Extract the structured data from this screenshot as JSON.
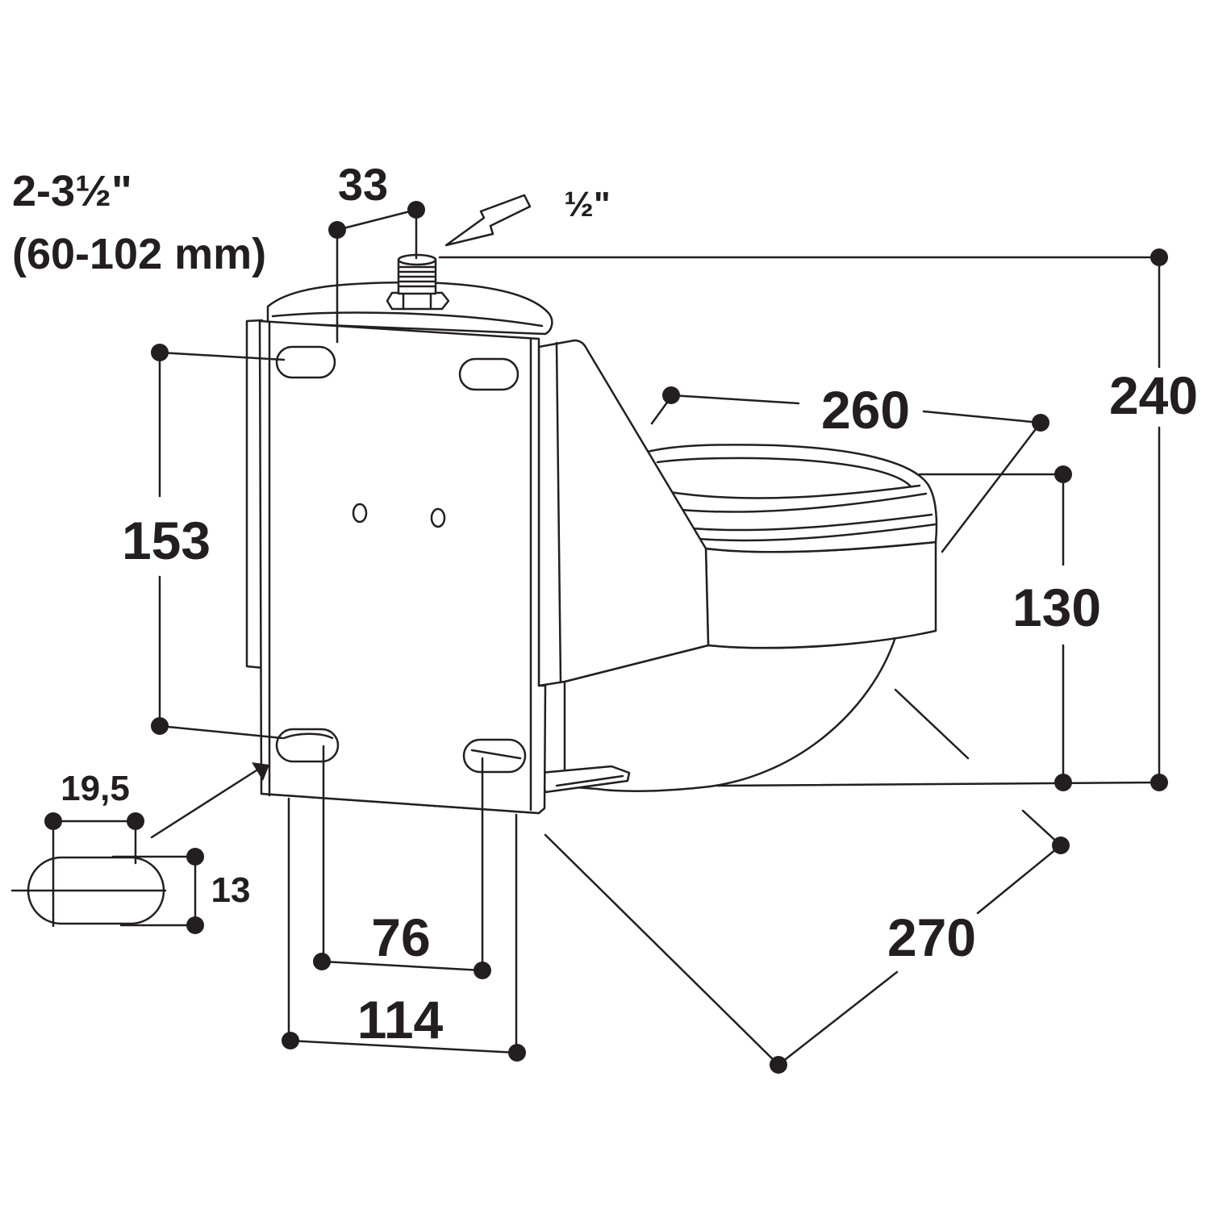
{
  "labels": {
    "wall_thickness_inch": "2-3½\"",
    "wall_thickness_mm": "(60-102 mm)",
    "inlet_offset": "33",
    "inlet_thread": "½\"",
    "total_height": "240",
    "bowl_width": "260",
    "hole_spacing_vertical": "153",
    "bowl_height": "130",
    "slot_width": "19,5",
    "slot_height": "13",
    "hole_spacing_horizontal": "76",
    "bracket_width": "114",
    "total_depth": "270"
  },
  "colors": {
    "line": "#231f20",
    "background": "#ffffff"
  }
}
